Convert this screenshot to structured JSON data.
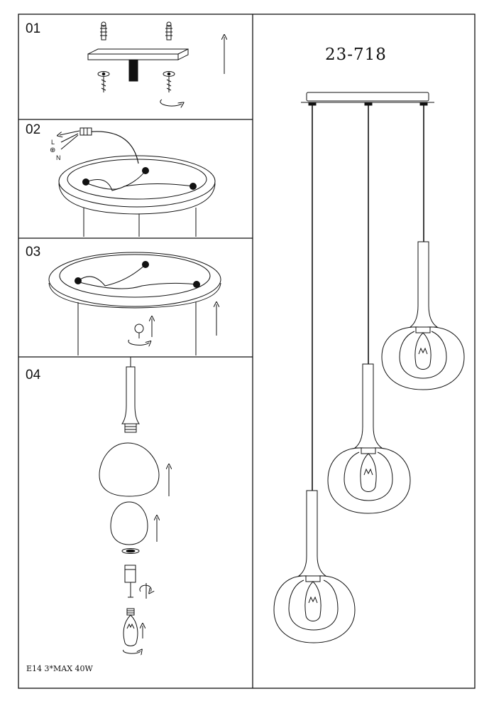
{
  "steps": [
    {
      "label": "01"
    },
    {
      "label": "02"
    },
    {
      "label": "03"
    },
    {
      "label": "04"
    }
  ],
  "wiring": {
    "live": "L",
    "earth": "⊕",
    "neutral": "N"
  },
  "product": {
    "model_number": "23-718"
  },
  "bulb_spec": "E14 3*MAX 40W",
  "colors": {
    "ink": "#111111",
    "paper": "#ffffff"
  }
}
